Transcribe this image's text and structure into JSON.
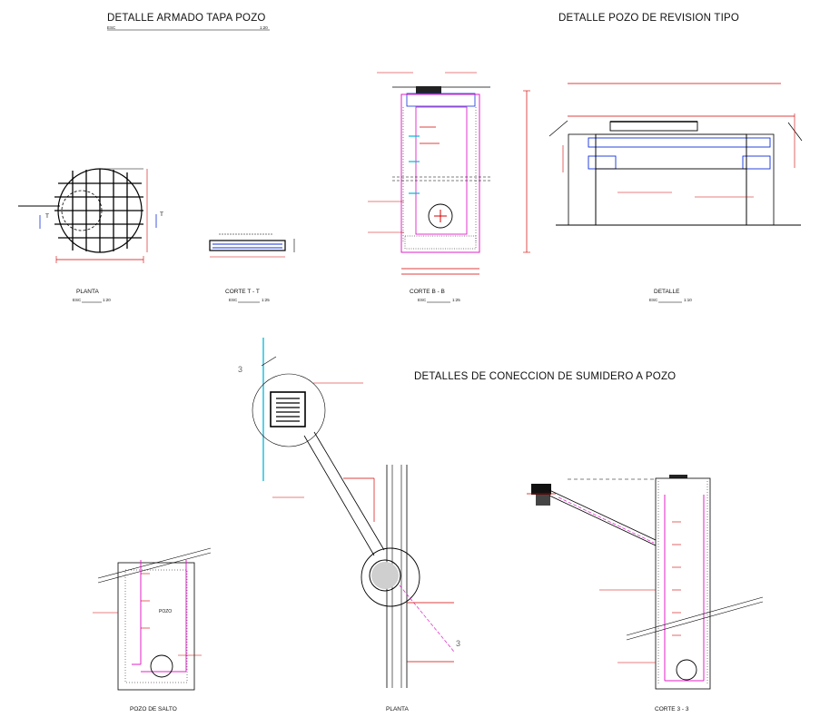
{
  "titles": {
    "armado_tapa": "DETALLE ARMADO TAPA POZO",
    "pozo_revision": "DETALLE POZO DE REVISION TIPO",
    "conexion": "DETALLES DE CONECCION DE SUMIDERO A POZO"
  },
  "scale_prefix": "ESC",
  "views": {
    "planta_top": {
      "caption": "PLANTA",
      "scale": "1:20"
    },
    "corte_tt": {
      "caption": "CORTE T - T",
      "scale": "1:25"
    },
    "corte_bb": {
      "caption": "CORTE B - B",
      "scale": "1:25"
    },
    "detalle": {
      "caption": "DETALLE",
      "scale": "1:10"
    },
    "pozo_salto": {
      "caption": "POZO DE SALTO"
    },
    "planta_bottom": {
      "caption": "PLANTA"
    },
    "corte_33": {
      "caption": "CORTE 3 - 3"
    }
  },
  "markers": {
    "section_t": "T",
    "section_3": "3",
    "pozo_label": "POZO"
  },
  "colors": {
    "line": "#000000",
    "dimension": "#d40000",
    "wall_outline": "#e020c8",
    "rebar": "#1230d8",
    "axis": "#00b8d8"
  }
}
